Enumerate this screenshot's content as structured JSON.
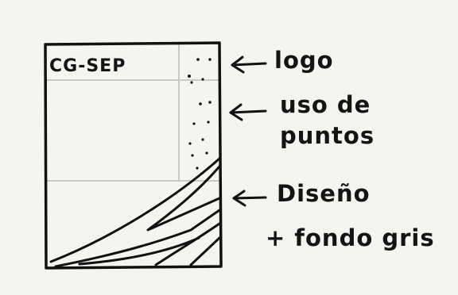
{
  "sketch": {
    "logo_text": "CG-SEP",
    "annotations": [
      {
        "id": "logo",
        "lines": [
          "logo"
        ]
      },
      {
        "id": "dots",
        "lines": [
          "uso de",
          "puntos"
        ]
      },
      {
        "id": "design",
        "lines": [
          "Diseño",
          "+ fondo gris"
        ]
      }
    ]
  }
}
